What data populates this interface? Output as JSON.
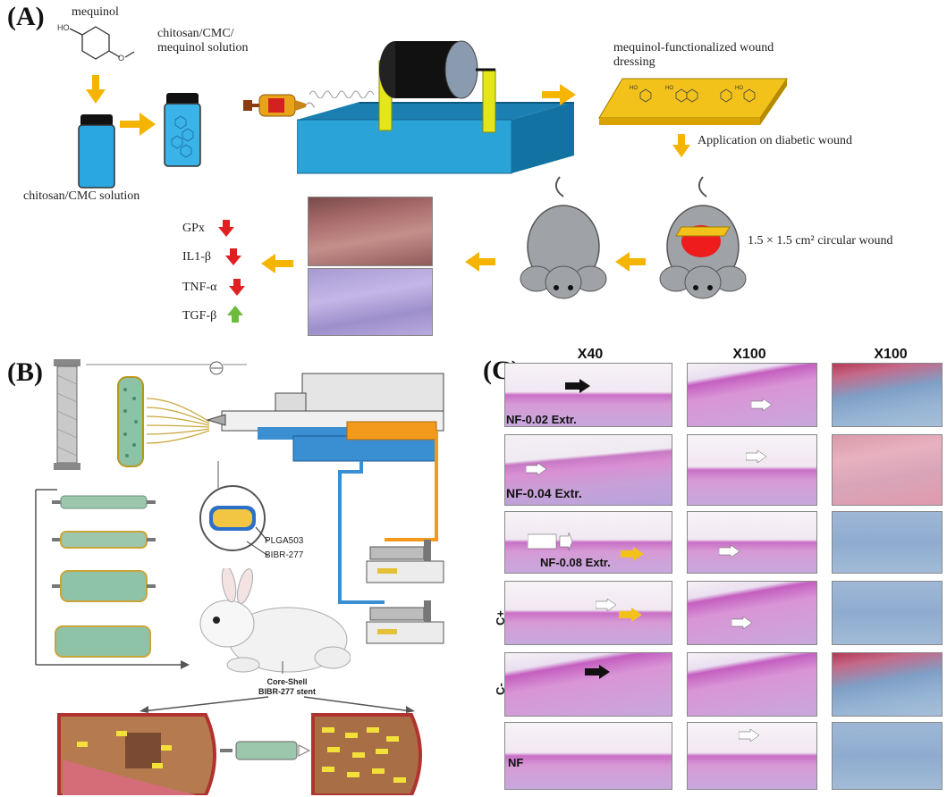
{
  "panels": {
    "a": {
      "label": "(A)",
      "mequinol": "mequinol",
      "chitosan_cmc_mequinol_solution": "chitosan/CMC/ mequinol solution",
      "chitosan_cmc_solution": "chitosan/CMC solution",
      "dressing": "mequinol-functionalized wound dressing",
      "application": "Application on diabetic wound",
      "wound_size": "1.5 × 1.5 cm² circular wound",
      "markers": [
        {
          "name": "GPx",
          "direction": "down",
          "color": "#e02020"
        },
        {
          "name": "IL1-β",
          "direction": "down",
          "color": "#e02020"
        },
        {
          "name": "TNF-α",
          "direction": "down",
          "color": "#e02020"
        },
        {
          "name": "TGF-β",
          "direction": "up",
          "color": "#6dbb3c"
        }
      ]
    },
    "b": {
      "label": "(B)",
      "plga": "PLGA503",
      "bibr": "BIBR-277",
      "stent_line1": "Core-Shell",
      "stent_line2": "BIBR-277 stent"
    },
    "c": {
      "label": "(C)",
      "columns": [
        "X40",
        "X100",
        "X100"
      ],
      "rows": [
        "NF-0.02 Extr.",
        "NF-0.04 Extr.",
        "NF-0.08 Extr.",
        "C+",
        "C-",
        "NF"
      ]
    }
  },
  "colors": {
    "arrow_yellow": "#f5b400",
    "arrow_orange": "#f5a300",
    "base_blue": "#2aa3d8",
    "wound_red": "#ee1c1c",
    "dressing_yellow": "#f2c21b"
  }
}
